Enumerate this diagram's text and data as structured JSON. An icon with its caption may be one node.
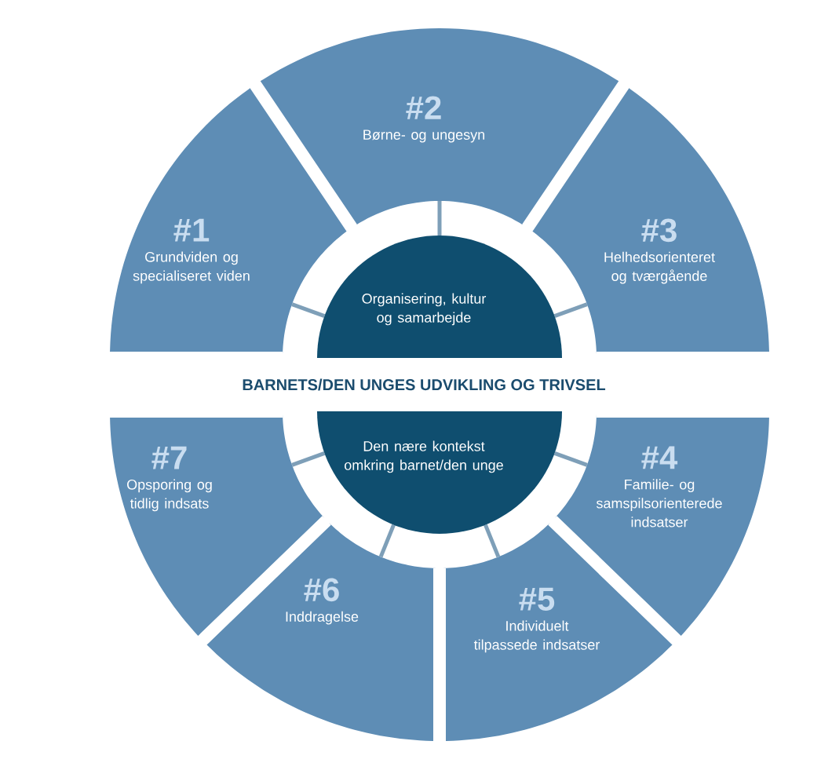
{
  "diagram": {
    "nodes": [
      {
        "text": [
          "#1",
          "Grundviden og specialiseret viden"
        ]
      },
      {
        "text": [
          "#2",
          "Børne- og ungesyn"
        ]
      },
      {
        "text": [
          "#3",
          "Helhedsorienteret og tværgående"
        ]
      },
      {
        "text": [
          "#4",
          "Familie- og samspilsorienterede indsatser"
        ]
      },
      {
        "text": [
          "#5",
          "Individuelt tilpassede indsatser"
        ]
      },
      {
        "text": [
          "#6",
          "Inddragelse"
        ]
      },
      {
        "text": [
          "#7",
          "Opsporing og tidlig indsats"
        ]
      },
      {
        "text": [
          "Organisering, kultur og samarbejde"
        ]
      },
      {
        "text": [
          "Den nære kontekst omkring barnet/den unge"
        ]
      }
    ],
    "labels": [
      "BARNETS/DEN UNGES UDVIKLING OG TRIVSEL"
    ]
  }
}
